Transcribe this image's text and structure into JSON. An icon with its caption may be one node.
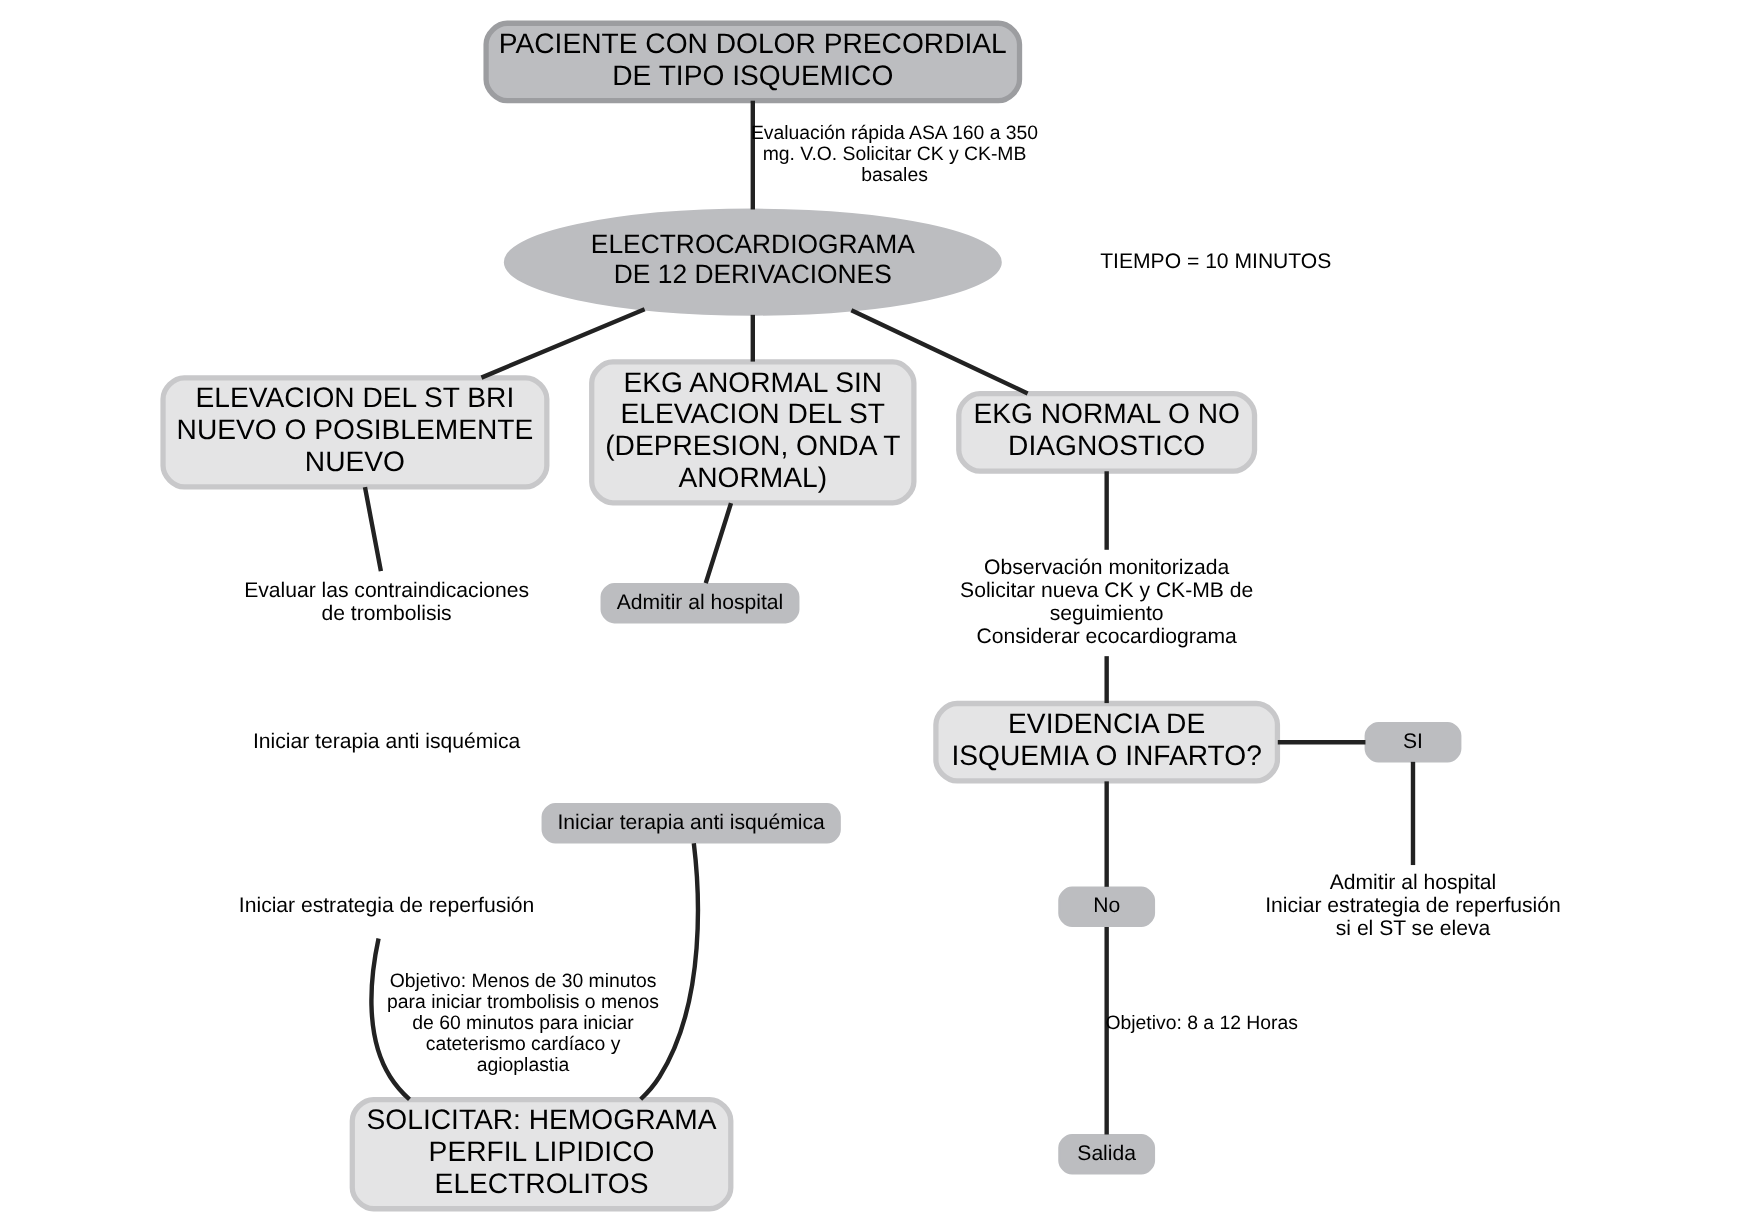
{
  "diagram": {
    "nodes": [
      {
        "text": [
          "PACIENTE CON DOLOR PRECORDIAL DE TIPO ISQUEMICO"
        ]
      },
      {
        "text": [
          "ELECTROCARDIOGRAMA DE 12 DERIVACIONES"
        ]
      },
      {
        "text": [
          "ELEVACION DEL ST BRI NUEVO O POSIBLEMENTE NUEVO"
        ]
      },
      {
        "text": [
          "EKG ANORMAL SIN ELEVACION DEL ST (DEPRESION, ONDA T ANORMAL)"
        ]
      },
      {
        "text": [
          "EKG NORMAL O NO DIAGNOSTICO"
        ]
      },
      {
        "text": [
          "Evaluar las contraindicaciones de trombolisis"
        ]
      },
      {
        "text": [
          "Iniciar estrategia de reperfusión"
        ]
      },
      {
        "text": [
          "Admitir al hospital"
        ]
      },
      {
        "text": [
          "Iniciar terapia anti isquémica"
        ]
      },
      {
        "text": [
          "Observación monitorizada",
          "Solicitar nueva CK y CK-MB de seguimiento",
          "Considerar ecocardiograma"
        ]
      },
      {
        "text": [
          "EVIDENCIA DE ISQUEMIA O INFARTO?"
        ]
      },
      {
        "text": [
          "SI"
        ]
      },
      {
        "text": [
          "Admitir al hospital",
          "Iniciar estrategia de reperfusión si el ST se eleva"
        ]
      },
      {
        "text": [
          "No"
        ]
      },
      {
        "text": [
          "Salida"
        ]
      },
      {
        "text": [
          "SOLICITAR: HEMOGRAMA PERFIL LIPIDICO ELECTROLITOS"
        ]
      }
    ],
    "edges": [
      {
        "from": 0,
        "to": 1,
        "arrow": "none",
        "label": "Evaluación rápida ASA 160 a 350 mg. V.O. Solicitar CK y CK-MB basales"
      },
      {
        "from": 1,
        "to": 2,
        "arrow": "none"
      },
      {
        "from": 1,
        "to": 3,
        "arrow": "none"
      },
      {
        "from": 1,
        "to": 4,
        "arrow": "none"
      },
      {
        "from": 2,
        "to": 5,
        "arrow": "none"
      },
      {
        "from": 6,
        "to": 15,
        "arrow": "none",
        "label": "Objetivo: Menos de 30 minutos para iniciar trombolisis o menos de 60 minutos para iniciar cateterismo cardíaco y agioplastia"
      },
      {
        "from": 3,
        "to": 7,
        "arrow": "none"
      },
      {
        "from": 8,
        "to": 15,
        "arrow": "none"
      },
      {
        "from": 4,
        "to": 9,
        "arrow": "none"
      },
      {
        "from": 9,
        "to": 10,
        "arrow": "none"
      },
      {
        "from": 10,
        "to": 11,
        "arrow": "none"
      },
      {
        "from": 11,
        "to": 12,
        "arrow": "none"
      },
      {
        "from": 10,
        "to": 13,
        "arrow": "none"
      },
      {
        "from": 13,
        "to": 14,
        "arrow": "none",
        "label": "Objetivo: 8 a 12 Horas"
      }
    ],
    "labels": [
      "TIEMPO = 10 MINUTOS",
      "Iniciar terapia anti isquémica"
    ]
  }
}
